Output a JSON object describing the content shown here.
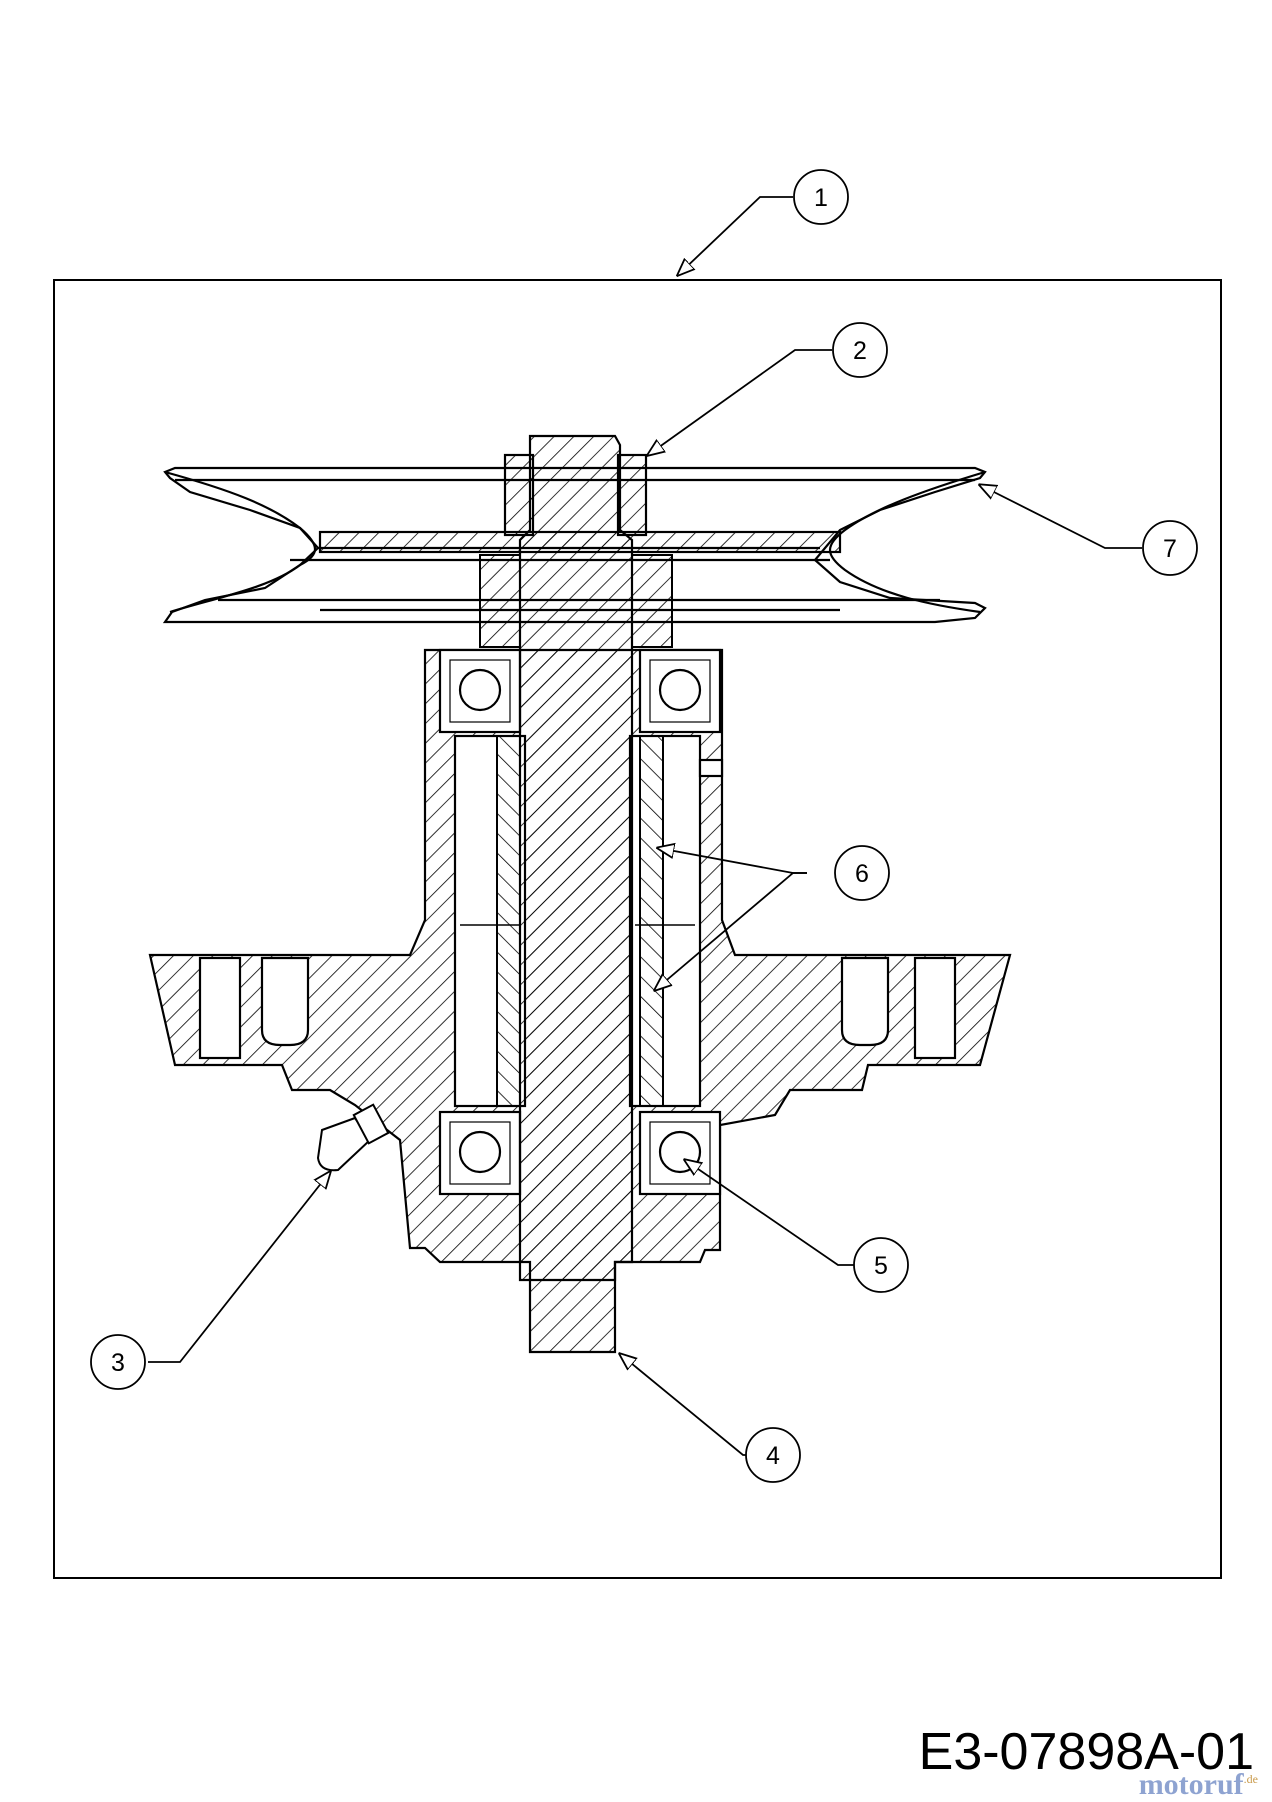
{
  "diagram": {
    "callouts": [
      {
        "id": "callout-1",
        "label": "1"
      },
      {
        "id": "callout-2",
        "label": "2"
      },
      {
        "id": "callout-3",
        "label": "3"
      },
      {
        "id": "callout-4",
        "label": "4"
      },
      {
        "id": "callout-5",
        "label": "5"
      },
      {
        "id": "callout-6",
        "label": "6"
      },
      {
        "id": "callout-7",
        "label": "7"
      }
    ],
    "drawing_code": "E3-07898A-01",
    "watermark": {
      "main": "motoruf",
      "suffix": ".de"
    },
    "colors": {
      "line": "#000000",
      "background": "#ffffff",
      "watermark": "#7b93c9"
    }
  }
}
